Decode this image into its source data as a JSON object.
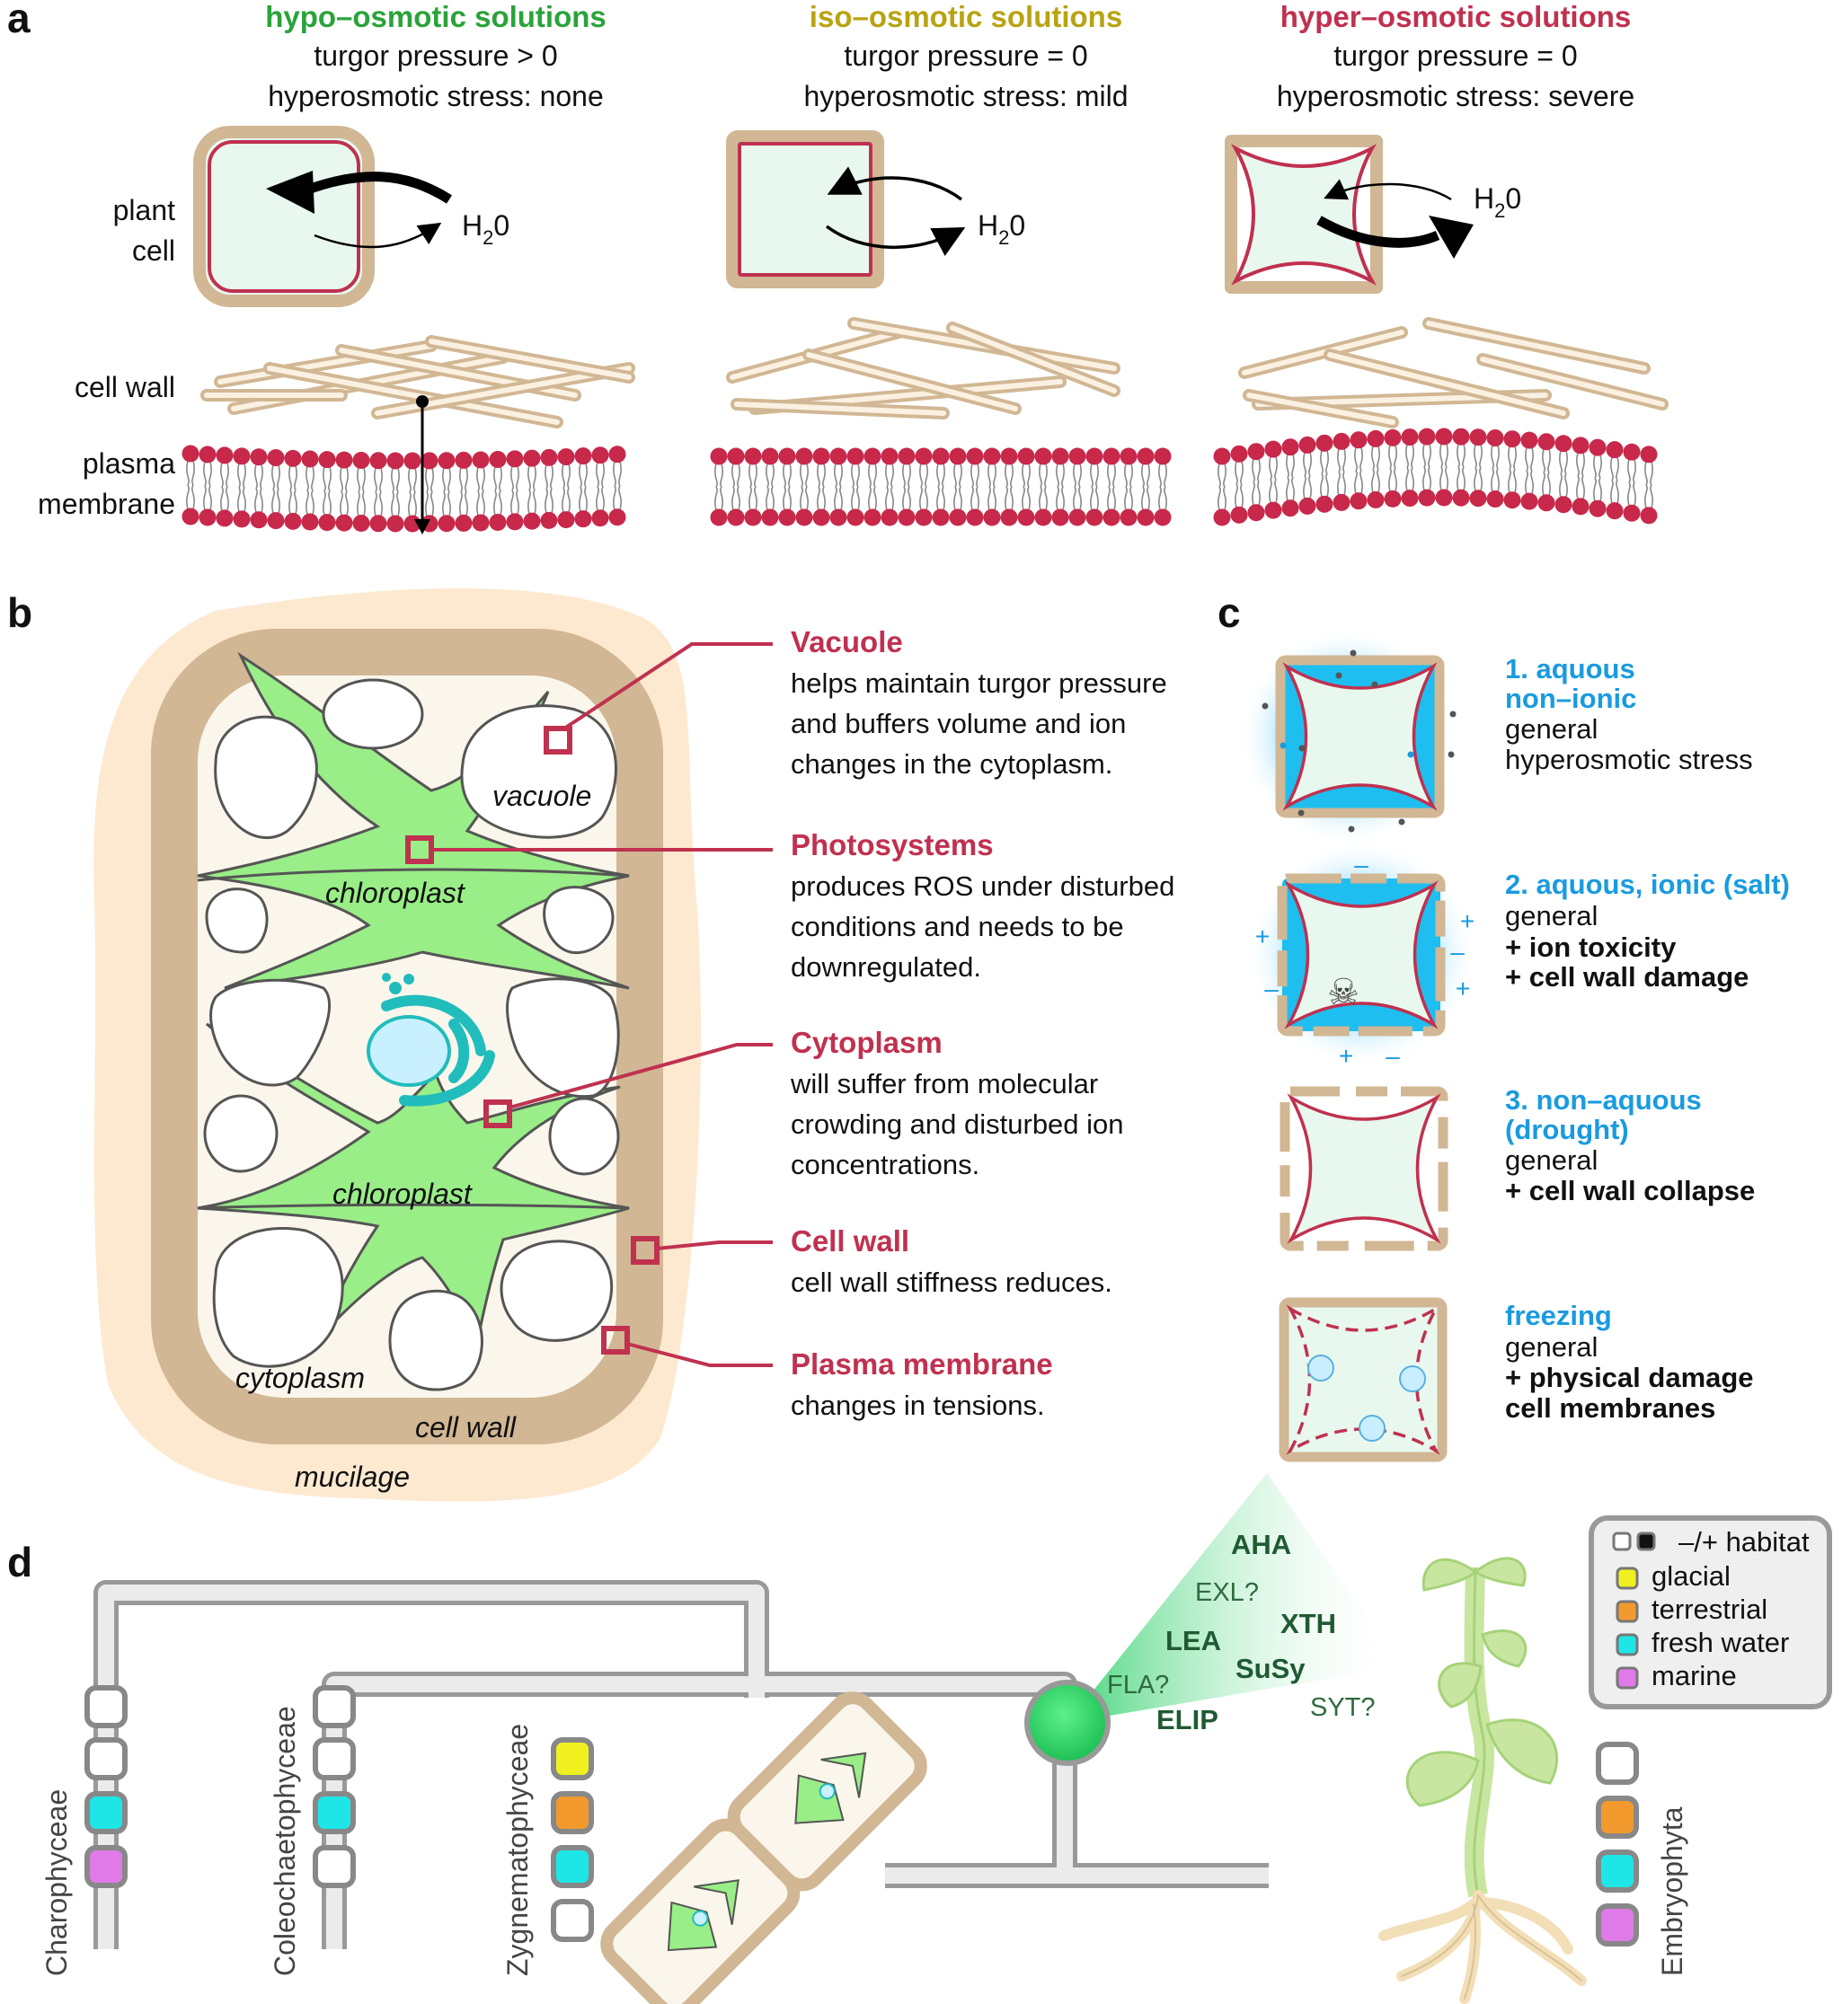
{
  "panel_letters": {
    "a": "a",
    "b": "b",
    "c": "c",
    "d": "d"
  },
  "panel_a": {
    "columns": [
      {
        "title": "hypo–osmotic solutions",
        "title_color": "#2aa33a",
        "line1": "turgor pressure > 0",
        "line2": "hyperosmotic stress: none"
      },
      {
        "title": "iso–osmotic solutions",
        "title_color": "#b8a412",
        "line1": "turgor pressure = 0",
        "line2": "hyperosmotic stress: mild"
      },
      {
        "title": "hyper–osmotic solutions",
        "title_color": "#c0304f",
        "line1": "turgor pressure = 0",
        "line2": "hyperosmotic stress: severe"
      }
    ],
    "plant_cell_label_1": "plant",
    "plant_cell_label_2": "cell",
    "water_label": "H",
    "water_sub": "2",
    "water_end": "0",
    "cell_wall_label": "cell wall",
    "plasma_label_1": "plasma",
    "plasma_label_2": "membrane"
  },
  "panel_b": {
    "labels": {
      "vacuole": "vacuole",
      "chloroplast_top": "chloroplast",
      "chloroplast_bottom": "chloroplast",
      "cytoplasm": "cytoplasm",
      "cell_wall": "cell wall",
      "mucilage": "mucilage"
    },
    "annotations": [
      {
        "title": "Vacuole",
        "lines": [
          "helps maintain turgor pressure",
          "and buffers volume and ion",
          "changes in the cytoplasm."
        ]
      },
      {
        "title": "Photosystems",
        "lines": [
          "produces ROS under disturbed",
          "conditions and needs to be",
          "downregulated."
        ]
      },
      {
        "title": "Cytoplasm",
        "lines": [
          "will suffer from molecular",
          "crowding and disturbed ion",
          "concentrations."
        ]
      },
      {
        "title": "Cell wall",
        "lines": [
          "cell wall stiffness reduces."
        ]
      },
      {
        "title": "Plasma membrane",
        "lines": [
          "changes in tensions."
        ]
      }
    ]
  },
  "panel_c": {
    "items": [
      {
        "title_1": "1. aquous",
        "title_2": "non–ionic",
        "line_1": "general",
        "line_2": "hyperosmotic stress",
        "bold_1": "",
        "bold_2": ""
      },
      {
        "title_1": "2. aquous, ionic (salt)",
        "title_2": "",
        "line_1": "general",
        "line_2": "",
        "bold_1": "+ ion toxicity",
        "bold_2": "+ cell wall damage"
      },
      {
        "title_1": "3. non–aquous",
        "title_2": "(drought)",
        "line_1": "general",
        "line_2": "",
        "bold_1": "+ cell wall collapse",
        "bold_2": ""
      },
      {
        "title_1": "freezing",
        "title_2": "",
        "line_1": "general",
        "line_2": "",
        "bold_1": "+ physical damage",
        "bold_2": "cell membranes"
      }
    ],
    "ion_plus": "+",
    "ion_minus": "–",
    "skull_icon": "☠"
  },
  "panel_d": {
    "genes": [
      {
        "name": "AHA",
        "bold": true
      },
      {
        "name": "EXL?",
        "bold": false
      },
      {
        "name": "XTH",
        "bold": true
      },
      {
        "name": "LEA",
        "bold": true
      },
      {
        "name": "SuSy",
        "bold": true
      },
      {
        "name": "FLA?",
        "bold": false
      },
      {
        "name": "ELIP",
        "bold": true
      },
      {
        "name": "SYT?",
        "bold": false
      }
    ],
    "taxa": [
      "Charophyceae",
      "Coleochaetophyceae",
      "Zygnematophyceae",
      "Embryophyta"
    ],
    "legend": {
      "header": "–/+ habitat",
      "items": [
        {
          "label": "glacial",
          "color": "#f0f020"
        },
        {
          "label": "terrestrial",
          "color": "#f39a2e"
        },
        {
          "label": "fresh water",
          "color": "#1ee6e6"
        },
        {
          "label": "marine",
          "color": "#e07ae8"
        }
      ]
    }
  }
}
